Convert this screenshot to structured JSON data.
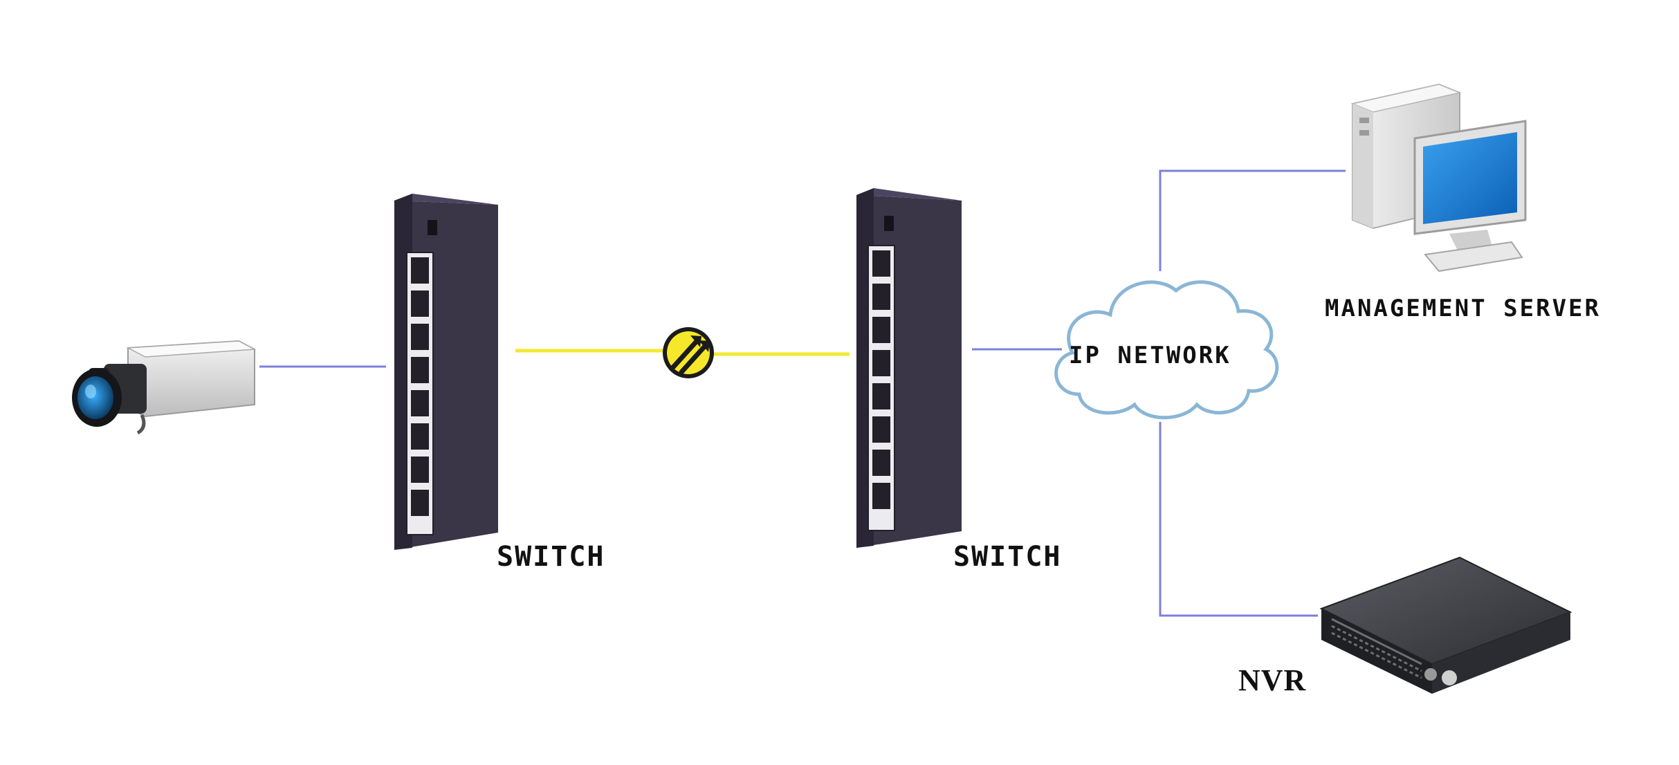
{
  "diagram": {
    "switch_1_label": "SWITCH",
    "switch_2_label": "SWITCH",
    "cloud_label": "IP NETWORK",
    "server_label": "MANAGEMENT SERVER",
    "nvr_label": "NVR"
  },
  "colors": {
    "ethernet_link": "#7b7fdc",
    "fiber_link": "#f2ea2e",
    "switch_body": "#3b3648",
    "cloud_outline": "#8ab6d6",
    "converter_badge": "#f5e82a"
  },
  "icons": [
    "ip-camera-icon",
    "network-switch-icon",
    "media-converter-icon",
    "cloud-icon",
    "desktop-computer-icon",
    "nvr-recorder-icon"
  ]
}
